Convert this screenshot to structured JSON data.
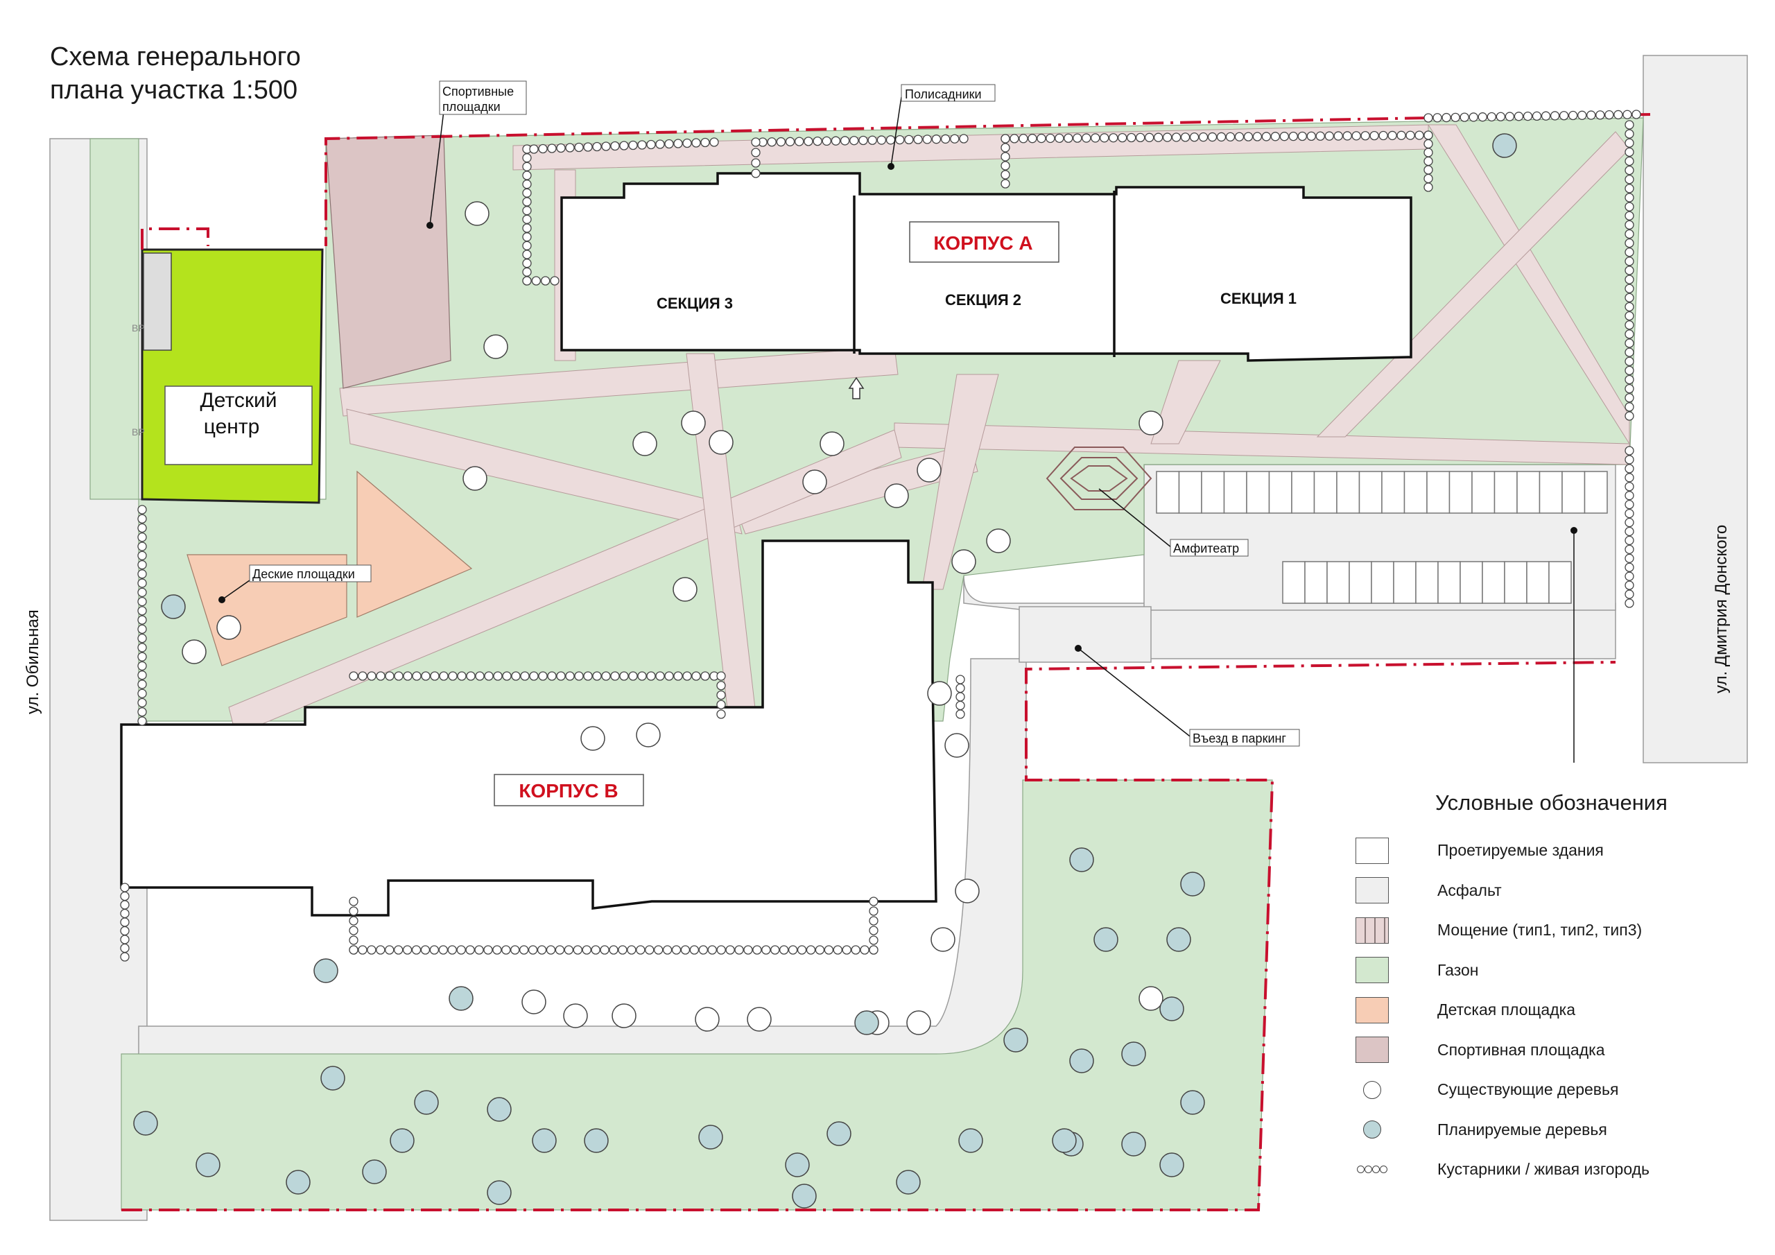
{
  "title": {
    "line1": "Схема генерального",
    "line2": "плана участка 1:500"
  },
  "labels": {
    "korpus_a": "КОРПУС А",
    "korpus_b": "КОРПУС В",
    "section_3": "СЕКЦИЯ 3",
    "section_2": "СЕКЦИЯ 2",
    "section_1": "СЕКЦИЯ 1",
    "kids_center_1": "Детский",
    "kids_center_2": "центр",
    "sport_1": "Спортивные",
    "sport_2": "площадки",
    "front_gardens": "Полисадники",
    "playgrounds": "Деские площадки",
    "amphitheater": "Амфитеатр",
    "parking_entry": "Въезд в паркинг",
    "street_left": "ул. Обильная",
    "street_right": "ул. Дмитрия Донского",
    "small_mark_1": "ВР",
    "small_mark_2": "ВР"
  },
  "legend": {
    "title": "Условные обозначения",
    "items": [
      {
        "label": "Проетируемые здания",
        "kind": "fill",
        "color": "#ffffff"
      },
      {
        "label": "Асфальт",
        "kind": "fill",
        "color": "#efefef"
      },
      {
        "label": "Мощение (тип1, тип2, тип3)",
        "kind": "paving",
        "color": "#e8d6d6"
      },
      {
        "label": "Газон",
        "kind": "fill",
        "color": "#d3e8cf"
      },
      {
        "label": "Детская площадка",
        "kind": "fill",
        "color": "#f7cdb5"
      },
      {
        "label": "Спортивная площадка",
        "kind": "fill",
        "color": "#dcc5c5"
      },
      {
        "label": "Существующие деревья",
        "kind": "circle",
        "color": "#ffffff"
      },
      {
        "label": "Планируемые деревья",
        "kind": "circle",
        "color": "#bcd6d9"
      },
      {
        "label": "Кустарники / живая изгородь",
        "kind": "hedge",
        "color": "#ffffff"
      }
    ]
  },
  "colors": {
    "lawn": "#d3e8cf",
    "asphalt": "#efefef",
    "paving": "#ecdcdc",
    "sport": "#dcc5c5",
    "play": "#f7cdb5",
    "kids_center": "#b4e31d",
    "boundary": "#c8102e",
    "label_red": "#d0101e"
  }
}
